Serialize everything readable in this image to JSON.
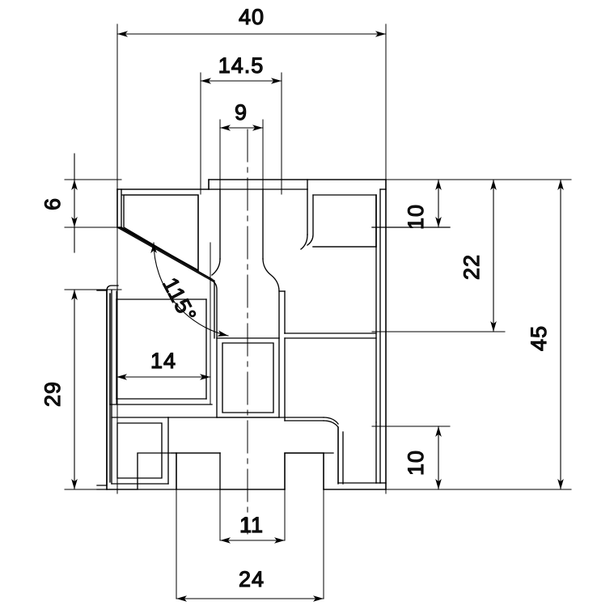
{
  "drawing": {
    "type": "engineering-cross-section",
    "description": "Aluminium extrusion profile cross-section with linear and angular dimensions",
    "units": "mm",
    "line_color": "#000000",
    "background_color": "#ffffff"
  },
  "dimensions": {
    "overall_width": {
      "label": "40",
      "orientation": "horizontal",
      "position": "top"
    },
    "upper_inner_width": {
      "label": "14.5",
      "orientation": "horizontal",
      "position": "top"
    },
    "tab_width": {
      "label": "9",
      "orientation": "horizontal",
      "position": "top"
    },
    "left_top_height": {
      "label": "6",
      "orientation": "vertical-rotated",
      "position": "left"
    },
    "left_lower_height": {
      "label": "29",
      "orientation": "vertical-rotated",
      "position": "left"
    },
    "angle": {
      "label": "115°",
      "orientation": "rotated-arc",
      "position": "center-left"
    },
    "mid_left_width": {
      "label": "14",
      "orientation": "horizontal",
      "position": "center-left"
    },
    "right_top_height": {
      "label": "10",
      "orientation": "vertical-rotated",
      "position": "right-upper"
    },
    "right_mid_height": {
      "label": "22",
      "orientation": "vertical-rotated",
      "position": "right-upper"
    },
    "overall_height": {
      "label": "45",
      "orientation": "vertical-rotated",
      "position": "right"
    },
    "right_bottom_height": {
      "label": "10",
      "orientation": "vertical-rotated",
      "position": "right-lower"
    },
    "bottom_tab_width": {
      "label": "11",
      "orientation": "horizontal",
      "position": "bottom"
    },
    "bottom_overall_width": {
      "label": "24",
      "orientation": "horizontal",
      "position": "bottom"
    }
  }
}
